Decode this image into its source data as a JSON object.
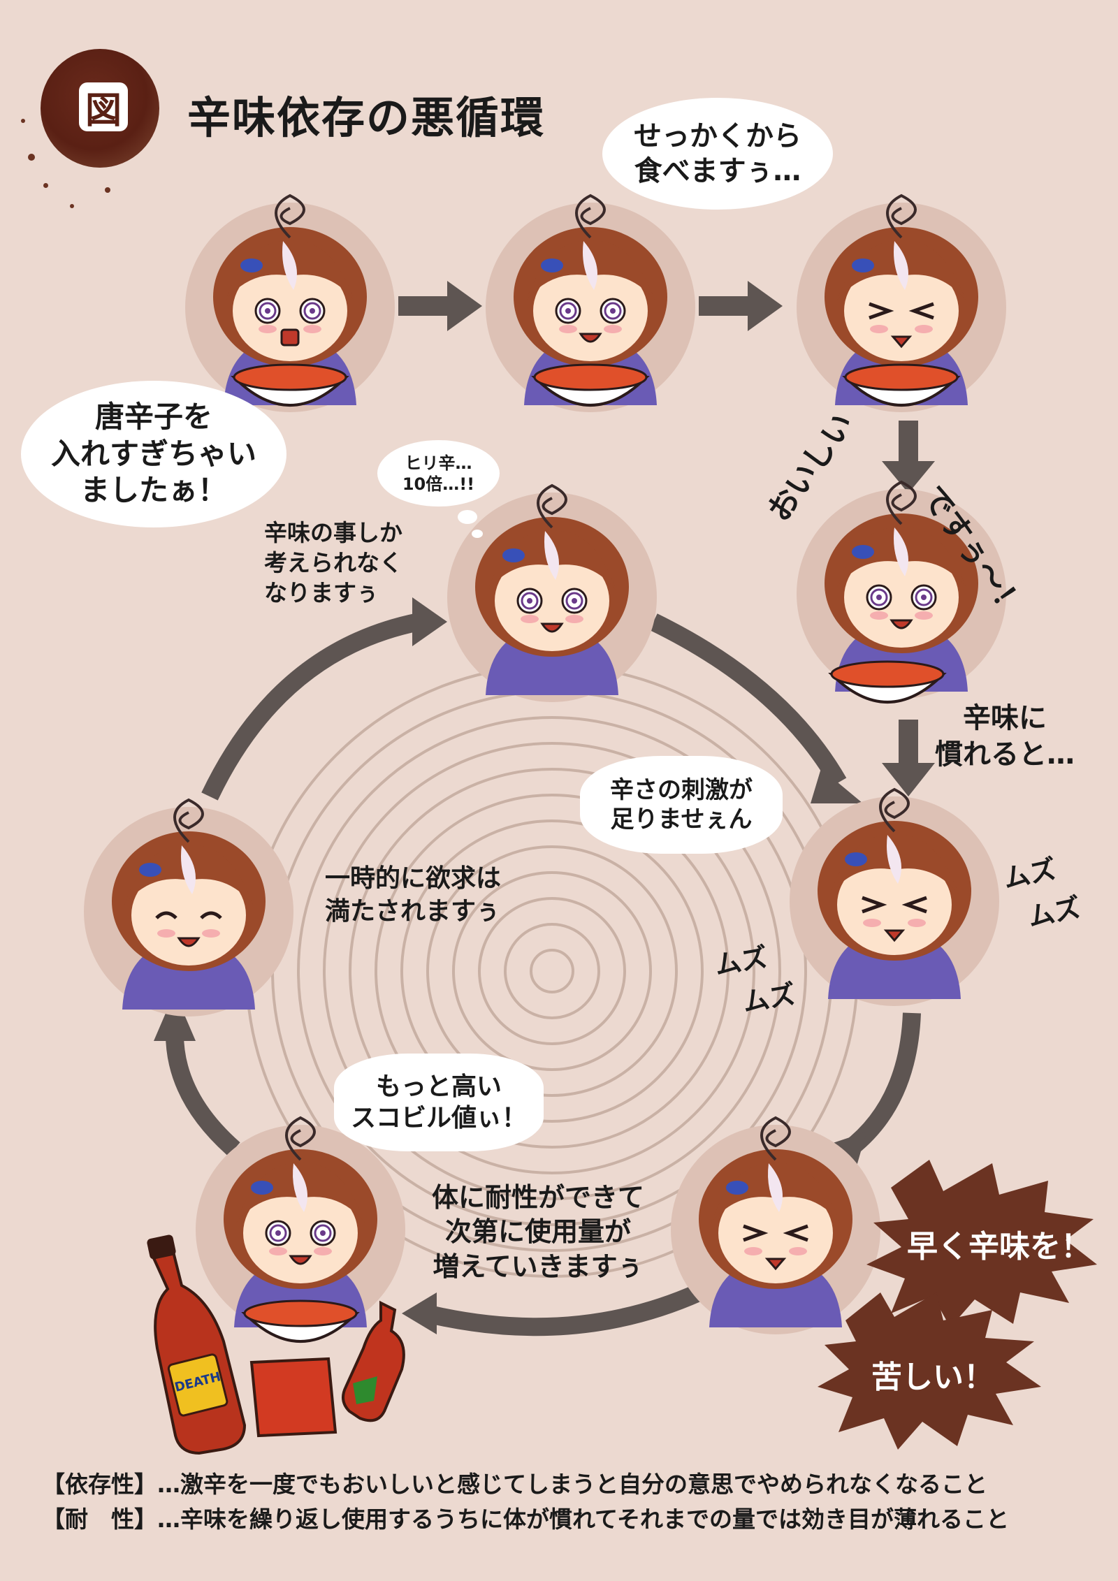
{
  "title": {
    "badge": "図",
    "text": "辛味依存の悪循環"
  },
  "colors": {
    "background": "#ecd9d0",
    "arrow": "#5e5552",
    "ring": "#c9b1a5",
    "portrait_bg": "#ddc1b5",
    "burst": "#6b3322",
    "hair": "#9b4a2a",
    "uniform": "#6a5bb5"
  },
  "top_row": {
    "bubble_left": [
      "唐辛子を",
      "入れすぎちゃい",
      "ましたぁ！"
    ],
    "bubble_top": [
      "せっかくから",
      "食べますぅ…"
    ]
  },
  "right_column": {
    "sfx_delicious": [
      "おいしい",
      "ですぅ〜！"
    ],
    "caption_used_to": [
      "辛味に",
      "慣れると…"
    ]
  },
  "cycle": {
    "thought_bubble": [
      "ヒリ辛…",
      "10倍…!!"
    ],
    "caption_think": [
      "辛味の事しか",
      "考えられなく",
      "なりますぅ"
    ],
    "bubble_not_enough": [
      "辛さの刺激が",
      "足りませぇん"
    ],
    "sfx_itch": [
      "ムズ",
      "ムズ"
    ],
    "caption_satisfied": [
      "一時的に欲求は",
      "満たされますぅ"
    ],
    "bubble_higher": [
      "もっと高い",
      "スコビル値ぃ！"
    ],
    "caption_tolerance": [
      "体に耐性ができて",
      "次第に使用量が",
      "増えていきますぅ"
    ],
    "burst_hurry": "早く辛味を！",
    "burst_pain": "苦しい！",
    "bottle_label": "DEATH"
  },
  "footnotes": {
    "dependency": "【依存性】…激辛を一度でもおいしいと感じてしまうと自分の意思でやめられなくなること",
    "tolerance": "【耐　性】…辛味を繰り返し使用するうちに体が慣れてそれまでの量では効き目が薄れること"
  }
}
